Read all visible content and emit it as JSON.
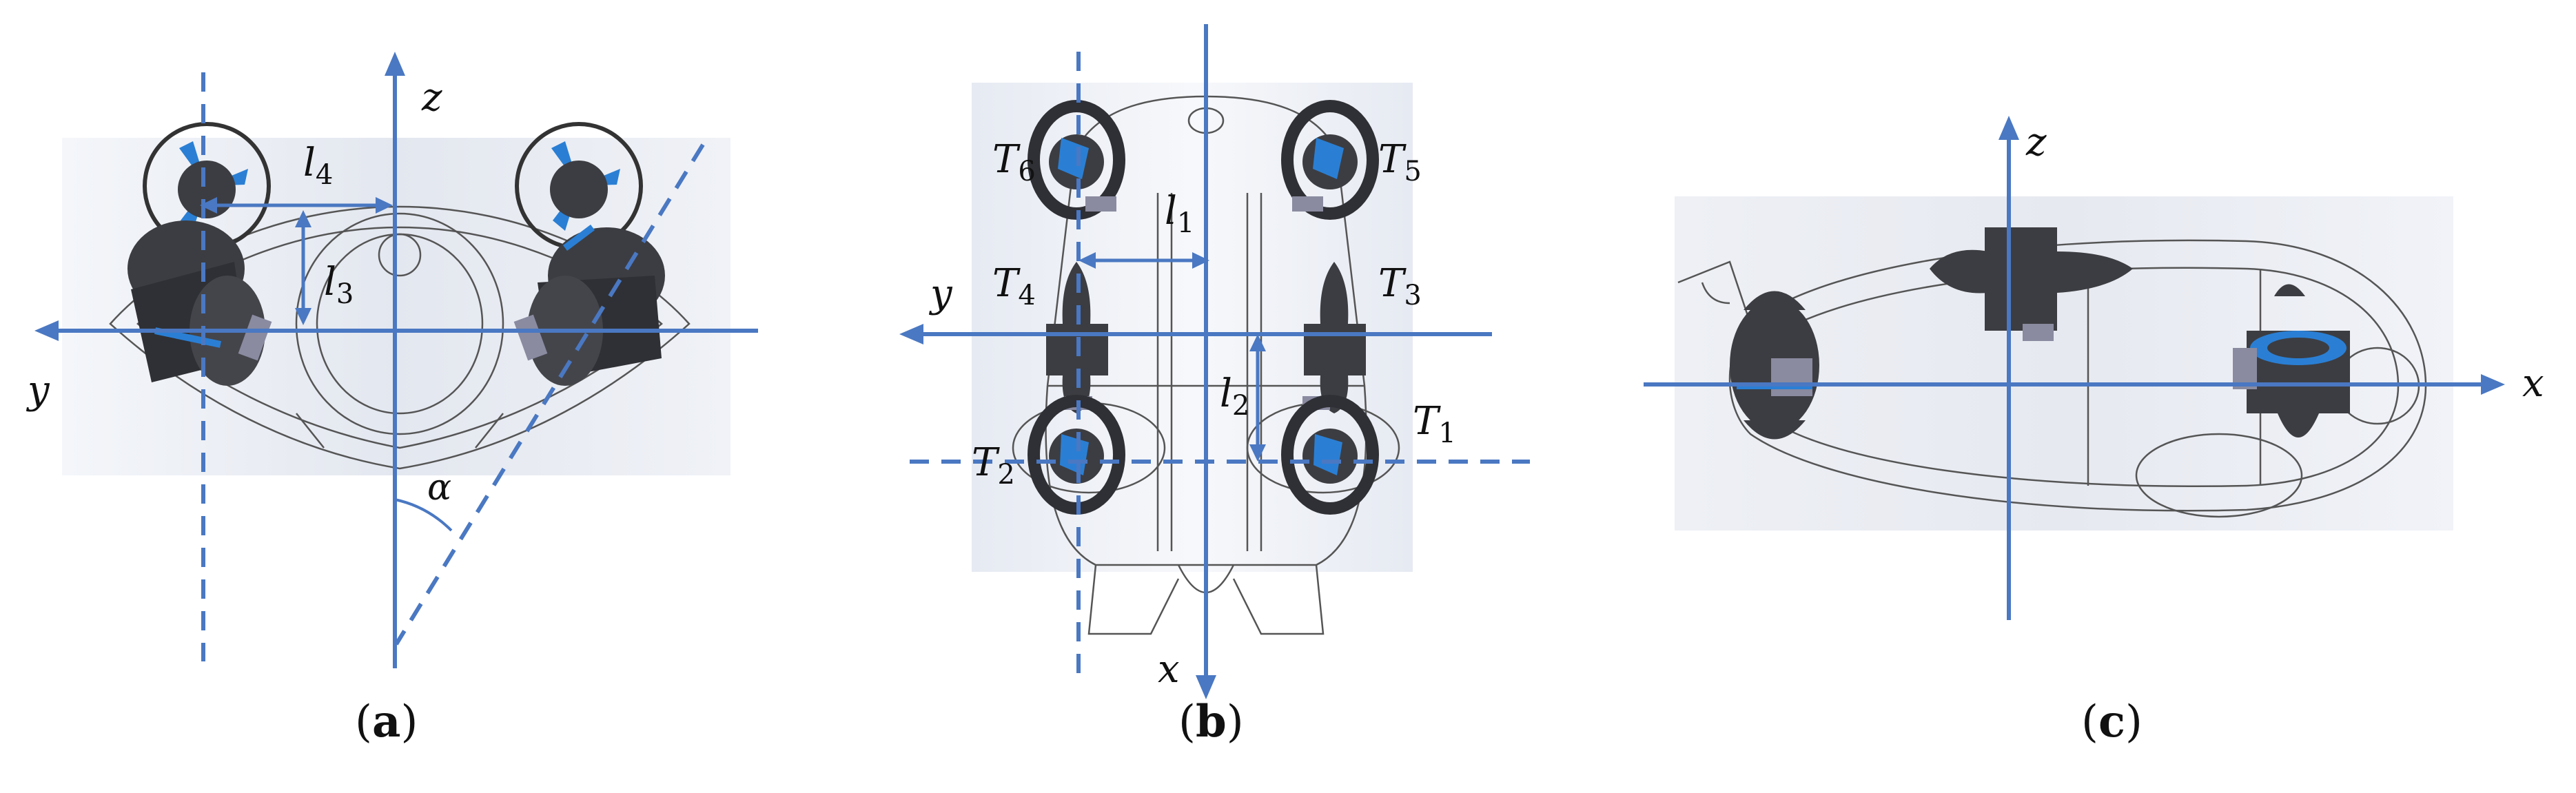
{
  "figure": {
    "captions": [
      {
        "paren_open": "(",
        "letter": "a",
        "paren_close": ")"
      },
      {
        "paren_open": "(",
        "letter": "b",
        "paren_close": ")"
      },
      {
        "paren_open": "(",
        "letter": "c",
        "paren_close": ")"
      }
    ],
    "panel_a": {
      "axis_z": "z",
      "axis_y": "y",
      "dim_l4": {
        "base": "l",
        "sub": "4"
      },
      "dim_l3": {
        "base": "l",
        "sub": "3"
      },
      "angle": "α"
    },
    "panel_b": {
      "axis_y": "y",
      "axis_x": "x",
      "dim_l1": {
        "base": "l",
        "sub": "1"
      },
      "dim_l2": {
        "base": "l",
        "sub": "2"
      },
      "thrusters": [
        {
          "base": "T",
          "sub": "6"
        },
        {
          "base": "T",
          "sub": "5"
        },
        {
          "base": "T",
          "sub": "4"
        },
        {
          "base": "T",
          "sub": "3"
        },
        {
          "base": "T",
          "sub": "2"
        },
        {
          "base": "T",
          "sub": "1"
        }
      ]
    },
    "panel_c": {
      "axis_z": "z",
      "axis_x": "x"
    },
    "colors": {
      "axis": "#4a78c2",
      "thruster_body": "#3c3d42",
      "propeller": "#2a7fd4",
      "frame_line": "#444444",
      "background_shade": "#e9ecf3"
    }
  }
}
